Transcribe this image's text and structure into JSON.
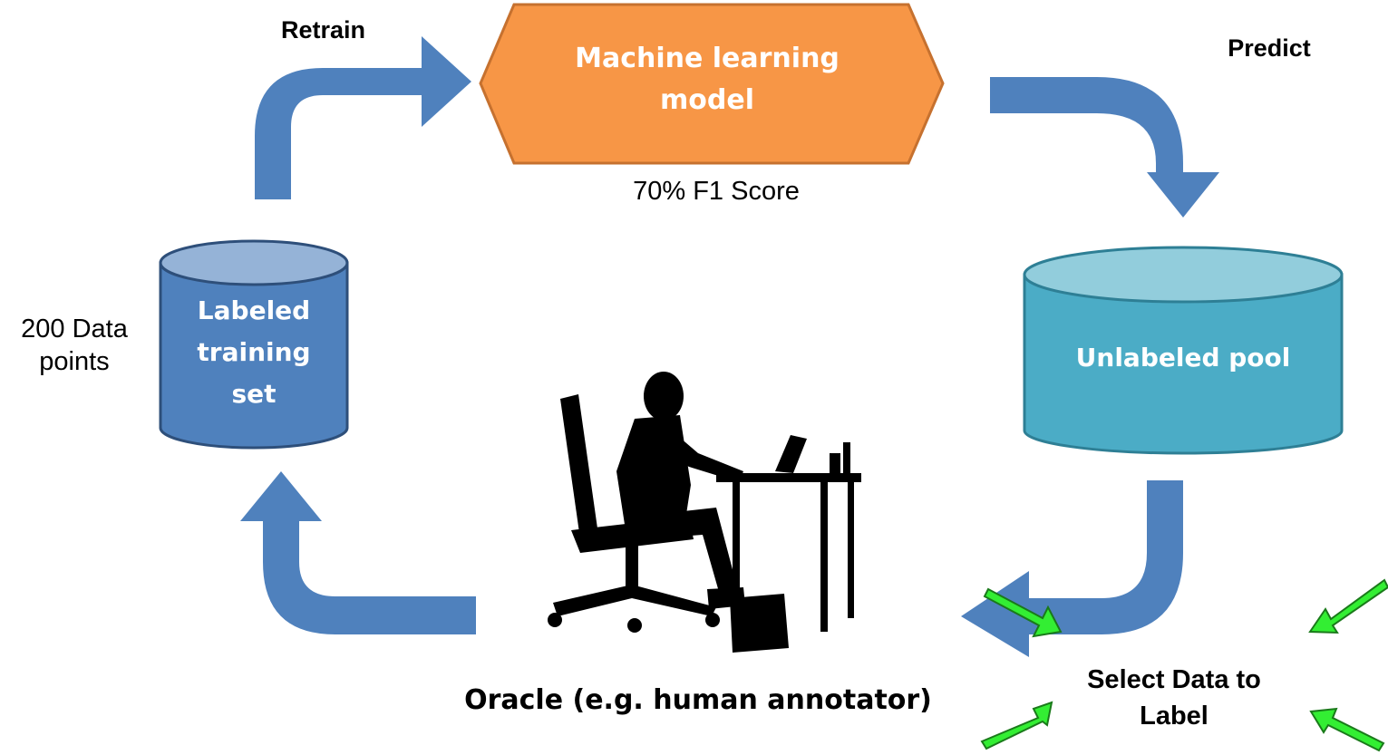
{
  "labels": {
    "retrain": "Retrain",
    "predict": "Predict",
    "f1_score": "70% F1 Score",
    "data_points": "200 Data points",
    "oracle": "Oracle (e.g. human annotator)",
    "select_data": "Select Data to Label"
  },
  "nodes": {
    "model": "Machine learning model",
    "labeled_set": "Labeled training set",
    "unlabeled_pool": "Unlabeled pool"
  },
  "colors": {
    "arrow_blue": "#4f81bd",
    "model_fill": "#f79646",
    "model_stroke": "#c6712f",
    "labeled_fill": "#4f81bd",
    "labeled_top": "#95b3d7",
    "pool_fill": "#4bacc6",
    "pool_top": "#92cddc",
    "pointer_green": "#33ee33"
  },
  "icons": {
    "annotator": "person-at-desk-silhouette-icon",
    "pointer": "green-arrow-icon"
  }
}
